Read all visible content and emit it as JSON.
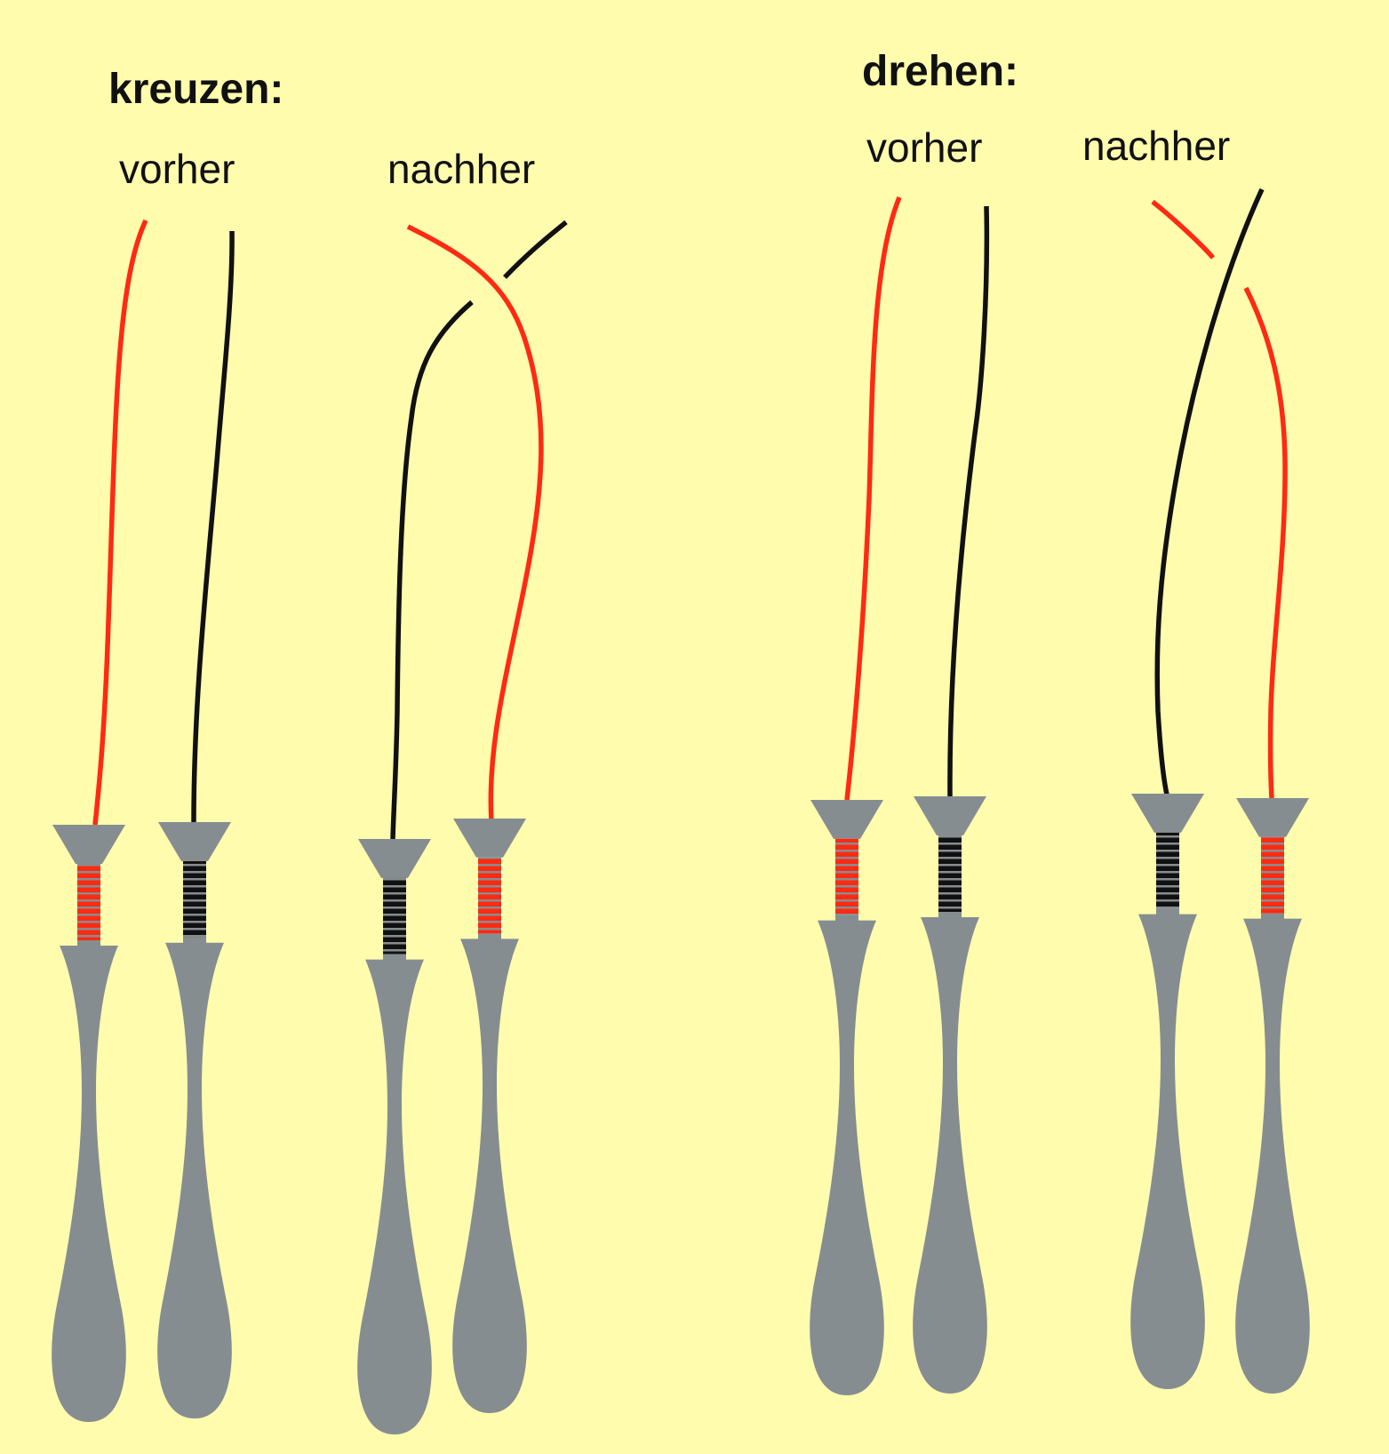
{
  "colors": {
    "background": "#FFFCAE",
    "peg": "#868D91",
    "red_wire": "#FF2A12",
    "black_wire": "#111111"
  },
  "sections": [
    {
      "title": "kreuzen:",
      "labels": {
        "before": "vorher",
        "after": "nachher"
      }
    },
    {
      "title": "drehen:",
      "labels": {
        "before": "vorher",
        "after": "nachher"
      }
    }
  ],
  "pegs": [
    {
      "section": "kreuzen",
      "state": "vorher",
      "wire": "red"
    },
    {
      "section": "kreuzen",
      "state": "vorher",
      "wire": "black"
    },
    {
      "section": "kreuzen",
      "state": "nachher",
      "wire": "black"
    },
    {
      "section": "kreuzen",
      "state": "nachher",
      "wire": "red"
    },
    {
      "section": "drehen",
      "state": "vorher",
      "wire": "red"
    },
    {
      "section": "drehen",
      "state": "vorher",
      "wire": "black"
    },
    {
      "section": "drehen",
      "state": "nachher",
      "wire": "black"
    },
    {
      "section": "drehen",
      "state": "nachher",
      "wire": "red"
    }
  ]
}
